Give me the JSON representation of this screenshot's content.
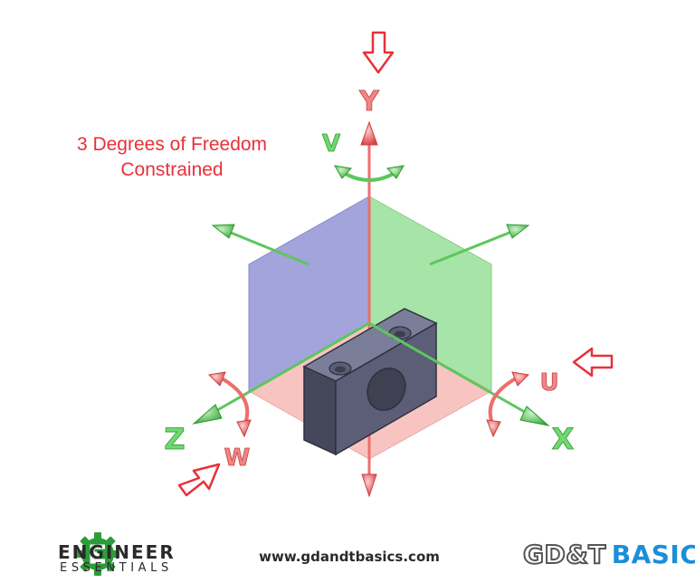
{
  "caption": {
    "line1": "3 Degrees of Freedom",
    "line2": "Constrained"
  },
  "axes": {
    "y": "Y",
    "x": "X",
    "z": "Z"
  },
  "rotations": {
    "v": "V",
    "u": "U",
    "w": "W"
  },
  "footer": {
    "brand_line1": "ENGINEER",
    "brand_line2": "ESSENTIALS",
    "website": "www.gdandtbasics.com",
    "logo_part1": "GD&T",
    "logo_part2": "BASICS"
  },
  "colors": {
    "red": "#e8303a",
    "green": "#5cc75c",
    "blue_plane": "#8080d8",
    "green_plane": "#8fdc8f",
    "pink_plane": "#f6b6b4",
    "block": "#555870",
    "accent_blue": "#1a8fd8"
  }
}
